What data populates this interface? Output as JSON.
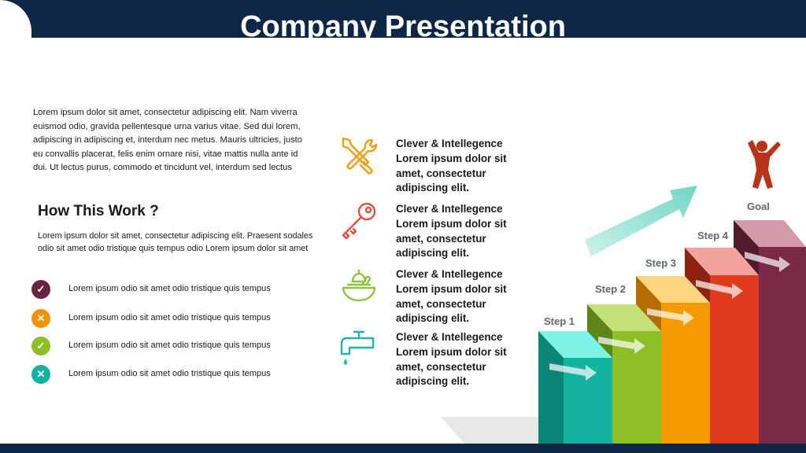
{
  "title": "Company Presentation",
  "intro": "Lorem ipsum dolor sit amet, consectetur adipiscing elit. Nam viverra euismod odio, gravida pellentesque urna varius vitae. Sed dui lorem, adipiscing in adipiscing et, interdum nec metus. Mauris ultricies, justo eu convallis placerat, felis enim ornare nisi, vitae mattis nulla ante id dui. Ut lectus purus, commodo et tincidunt vel, interdum sed lectus",
  "how": {
    "heading": "How This Work ?",
    "paragraph": "Lorem ipsum dolor sit amet, consectetur adipiscing elit. Praesent sodales odio sit amet odio tristique quis tempus odio Lorem ipsum dolor sit amet",
    "items": [
      {
        "text": "Lorem ipsum odio sit amet odio tristique quis tempus",
        "mark": "✓",
        "color": "#6b2440",
        "icon": "check-icon"
      },
      {
        "text": "Lorem ipsum odio sit amet odio tristique quis tempus",
        "mark": "✕",
        "color": "#f39200",
        "icon": "cross-icon"
      },
      {
        "text": "Lorem ipsum odio sit amet odio tristique quis tempus",
        "mark": "✓",
        "color": "#8cbf26",
        "icon": "check-icon"
      },
      {
        "text": "Lorem ipsum odio sit amet odio tristique quis tempus",
        "mark": "✕",
        "color": "#13b3a0",
        "icon": "cross-icon"
      }
    ]
  },
  "features": [
    {
      "title": "Clever & Intellegence",
      "body": "Lorem ipsum dolor sit amet, consectetur adipiscing elit.",
      "icon": "tools-icon",
      "color": "#f39c12"
    },
    {
      "title": "Clever & Intellegence",
      "body": "Lorem ipsum dolor sit amet, consectetur adipiscing elit.",
      "icon": "key-icon",
      "color": "#e74c3c"
    },
    {
      "title": "Clever & Intellegence",
      "body": "Lorem ipsum dolor sit amet, consectetur adipiscing elit.",
      "icon": "juicer-icon",
      "color": "#8cc63f"
    },
    {
      "title": "Clever & Intellegence",
      "body": "Lorem ipsum dolor sit amet, consectetur adipiscing elit.",
      "icon": "faucet-icon",
      "color": "#1fb5ad"
    }
  ],
  "stairs": {
    "steps": [
      "Step 1",
      "Step 2",
      "Step 3",
      "Step 4"
    ],
    "goal": "Goal",
    "colors": {
      "step1": "#13b3a0",
      "step2": "#8cbf26",
      "step3": "#f59a00",
      "step4": "#e03a1e",
      "goal": "#7a2a46",
      "label": "#5f6770"
    }
  }
}
